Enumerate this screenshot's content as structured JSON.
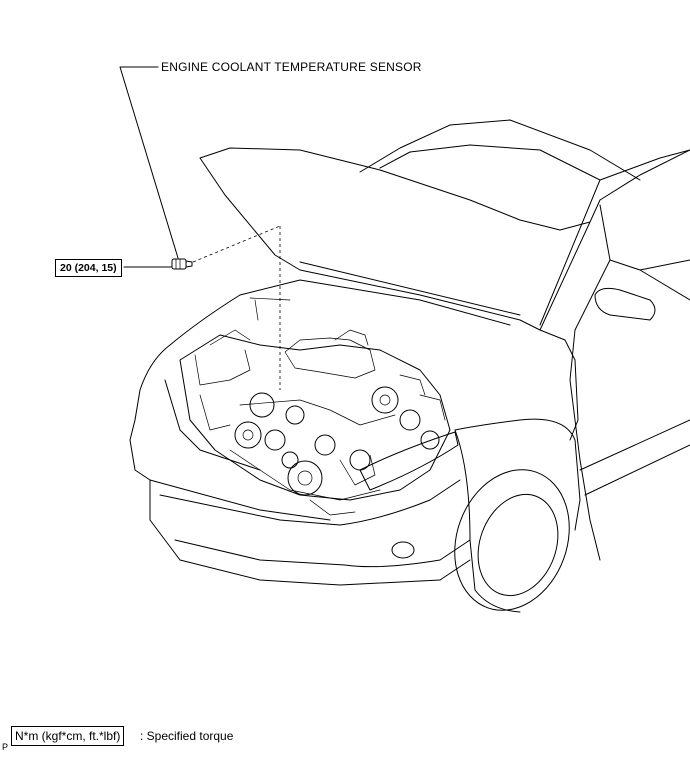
{
  "callouts": {
    "sensor_name": "ENGINE COOLANT TEMPERATURE SENSOR",
    "torque_spec": "20 (204, 15)"
  },
  "legend": {
    "box_label": "N*m (kgf*cm, ft.*lbf)",
    "description": ": Specified torque"
  },
  "corner_mark": "P"
}
